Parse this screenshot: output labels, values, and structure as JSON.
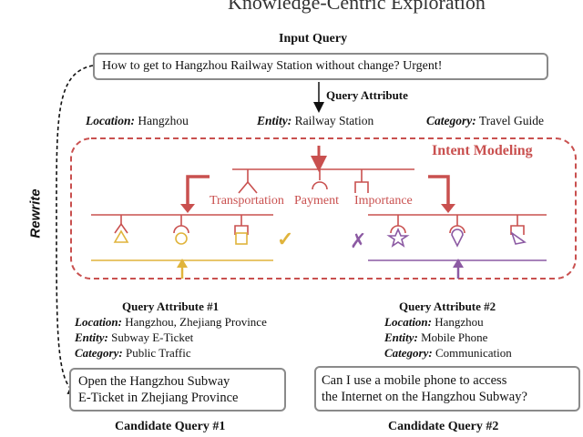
{
  "title_clip": "Knowledge-Centric Exploration",
  "input_query_heading": "Input Query",
  "input_query_text": "How to get to Hangzhou Railway Station without change? Urgent!",
  "query_attribute_arrow_label": "Query Attribute",
  "attributes": {
    "location_key": "Location:",
    "location_val": "Hangzhou",
    "entity_key": "Entity:",
    "entity_val": "Railway Station",
    "category_key": "Category:",
    "category_val": "Travel Guide"
  },
  "intent_modeling_title": "Intent Modeling",
  "dimensions": [
    "Transportation",
    "Payment",
    "Importance"
  ],
  "check_mark": "✓",
  "x_mark": "✗",
  "rewrite_label": "Rewrite",
  "qa1": {
    "heading": "Query Attribute #1",
    "location_key": "Location:",
    "location_val": "Hangzhou, Zhejiang Province",
    "entity_key": "Entity:",
    "entity_val": "Subway E-Ticket",
    "category_key": "Category:",
    "category_val": "Public Traffic"
  },
  "qa2": {
    "heading": "Query Attribute #2",
    "location_key": "Location:",
    "location_val": "Hangzhou",
    "entity_key": "Entity:",
    "entity_val": "Mobile Phone",
    "category_key": "Category:",
    "category_val": "Communication"
  },
  "candidate1": {
    "line1": "Open the Hangzhou Subway",
    "line2": "E-Ticket in Zhejiang Province",
    "label": "Candidate Query #1"
  },
  "candidate2": {
    "line1": "Can I use a mobile phone to access",
    "line2": "the Internet on the Hangzhou Subway?",
    "label": "Candidate Query #2"
  },
  "colors": {
    "intent_red": "#c9504f",
    "gold": "#e0b43c",
    "purple": "#8c5aa3",
    "box_gray": "#8a8a8a"
  }
}
